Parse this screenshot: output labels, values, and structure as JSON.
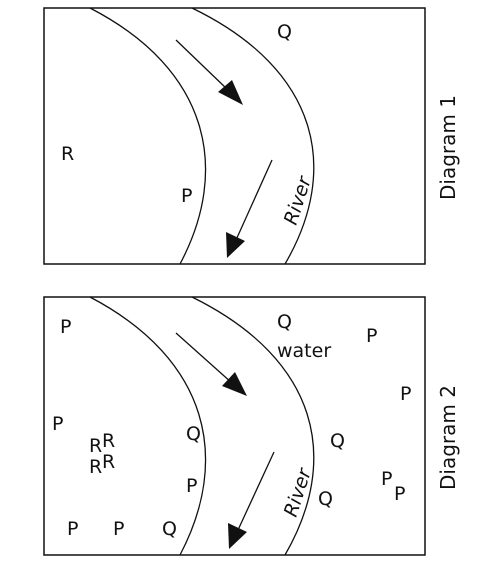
{
  "diagram_1": {
    "caption": "Diagram 1",
    "river_label": "River",
    "letters": {
      "q": "Q",
      "r": "R",
      "p": "P"
    }
  },
  "diagram_2": {
    "caption": "Diagram 2",
    "river_label": "River",
    "water_label": "water",
    "labels": {
      "p_top_left": "P",
      "q_top": "Q",
      "p_top_right": "P",
      "p_right": "P",
      "p_left": "P",
      "r1": "R",
      "r2": "R",
      "r3": "R",
      "r4": "R",
      "q_inner": "Q",
      "q_outer": "Q",
      "p_inner": "P",
      "p_pair_1": "P",
      "p_pair_2": "P",
      "q_outer_low": "Q",
      "p_bottom_1": "P",
      "p_bottom_2": "P",
      "q_bottom": "Q"
    }
  },
  "colors": {
    "ink": "#111111",
    "background": "#ffffff"
  }
}
